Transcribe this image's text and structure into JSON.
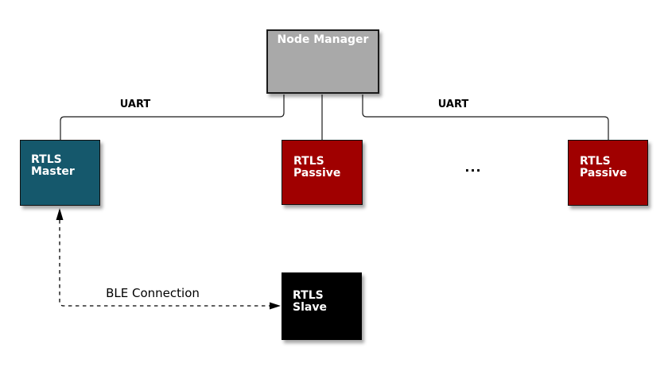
{
  "diagram": {
    "type": "deployment-diagram",
    "background": "#FFFFFF",
    "nodes": {
      "manager": {
        "label": "Node Manager",
        "color": "#A9A9A9",
        "text_color": "#FFFFFF"
      },
      "master": {
        "line1": "RTLS",
        "line2": "Master",
        "color": "#15586C",
        "text_color": "#FFFFFF"
      },
      "passive1": {
        "line1": "RTLS",
        "line2": "Passive",
        "color": "#A00000",
        "text_color": "#FFFFFF"
      },
      "passive2": {
        "line1": "RTLS",
        "line2": "Passive",
        "color": "#A00000",
        "text_color": "#FFFFFF"
      },
      "slave": {
        "line1": "RTLS",
        "line2": "Slave",
        "color": "#000000",
        "text_color": "#FFFFFF"
      }
    },
    "labels": {
      "uart_left": "UART",
      "uart_right": "UART",
      "ble": "BLE Connection",
      "ellipsis": "..."
    },
    "edges": [
      {
        "from": "manager",
        "to": "master",
        "label": "UART",
        "style": "solid"
      },
      {
        "from": "manager",
        "to": "passive1",
        "label": "",
        "style": "solid"
      },
      {
        "from": "manager",
        "to": "passive2",
        "label": "UART",
        "style": "solid"
      },
      {
        "from": "slave",
        "to": "master",
        "label": "BLE Connection",
        "style": "dashed",
        "arrows": "both"
      }
    ],
    "edge_color": "#1B1B1B"
  }
}
